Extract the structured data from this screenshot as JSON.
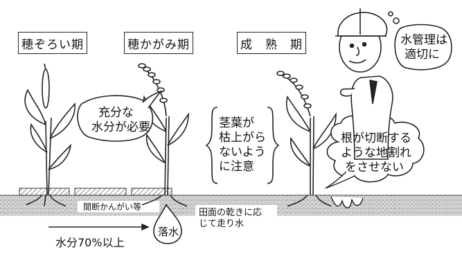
{
  "stages": {
    "heading": "穂ぞろい期",
    "flowering": "穂かがみ期",
    "maturity": "成　熟　期"
  },
  "bubbles": {
    "water_needed": [
      "充分な",
      "水分が必要"
    ],
    "leaves_not_wither": [
      "茎葉が",
      "枯上がら",
      "ないよう",
      "に注意"
    ],
    "roots_not_cut": [
      "根が切断する",
      "ような地割れ",
      "をさせない"
    ],
    "farmer_speech": [
      "水管理は",
      "適切に"
    ]
  },
  "ground": {
    "intermittent_label": "間断かんがい等",
    "drain_label": "落水",
    "run_water_label": [
      "田面の乾きに応",
      "じて走り水"
    ]
  },
  "arrow": {
    "moisture_label": "水分70%以上"
  },
  "colors": {
    "ink": "#222222",
    "soil": "#bdbdbd",
    "paper": "#ffffff"
  },
  "icons": [
    "rice-plant-icon",
    "farmer-icon",
    "water-drop-icon",
    "helmet-icon"
  ]
}
